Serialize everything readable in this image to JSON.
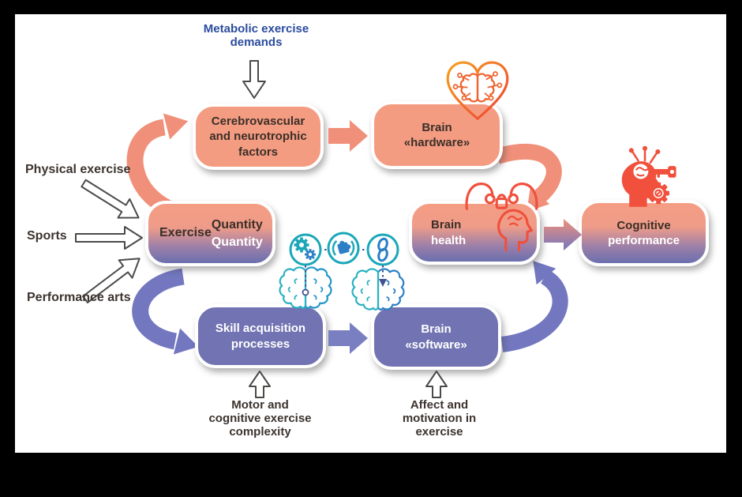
{
  "figure": {
    "type": "flow-diagram",
    "topic": "Exercise effects on brain and cognitive performance"
  },
  "labels": {
    "metabolic": "Metabolic exercise\ndemands",
    "left": [
      "Physical exercise",
      "Sports",
      "Performance arts"
    ],
    "bottom": [
      "Motor and\ncognitive exercise\ncomplexity",
      "Affect and\nmotivation in\nexercise"
    ]
  },
  "boxes": {
    "cerebrovascular": {
      "text": "Cerebrovascular\nand neurotrophic\nfactors"
    },
    "brain_hardware": {
      "text": "Brain\n«hardware»"
    },
    "exercise": {
      "label": "Exercise",
      "quantity_dark": "Quantity",
      "quantity_light": "Quantity"
    },
    "brain_health": {
      "line1": "Brain",
      "line2": "health"
    },
    "cognitive_performance": {
      "line1": "Cognitive",
      "line2": "performance"
    },
    "skill_acquisition": {
      "text": "Skill acquisition\nprocesses"
    },
    "brain_software": {
      "text": "Brain\n«software»"
    }
  },
  "icons": {
    "heart_brain": "heart-brain-circuit",
    "muscle_brain_head": "brain-health-strength",
    "head_key_gear": "cognitive-performance-head",
    "gears": "gears",
    "puzzle": "puzzle-sync",
    "chain": "chain-links",
    "brains": "hemispheric-brain-outline"
  },
  "colors": {
    "salmon_box": "#f49c82",
    "salmon_arrow": "#f1907a",
    "purple_box": "#7173b2",
    "blue_arrow": "#7277bf",
    "gradient_top": "#f59d84",
    "gradient_bottom": "#6a6fae",
    "title_blue": "#2b4c9e",
    "dark_text": "#3b2f28",
    "teal": "#1ba7b8",
    "icon_red": "#f0503c",
    "icon_blue": "#2b7fc6",
    "background": "#ffffff",
    "frame": "#000000"
  }
}
